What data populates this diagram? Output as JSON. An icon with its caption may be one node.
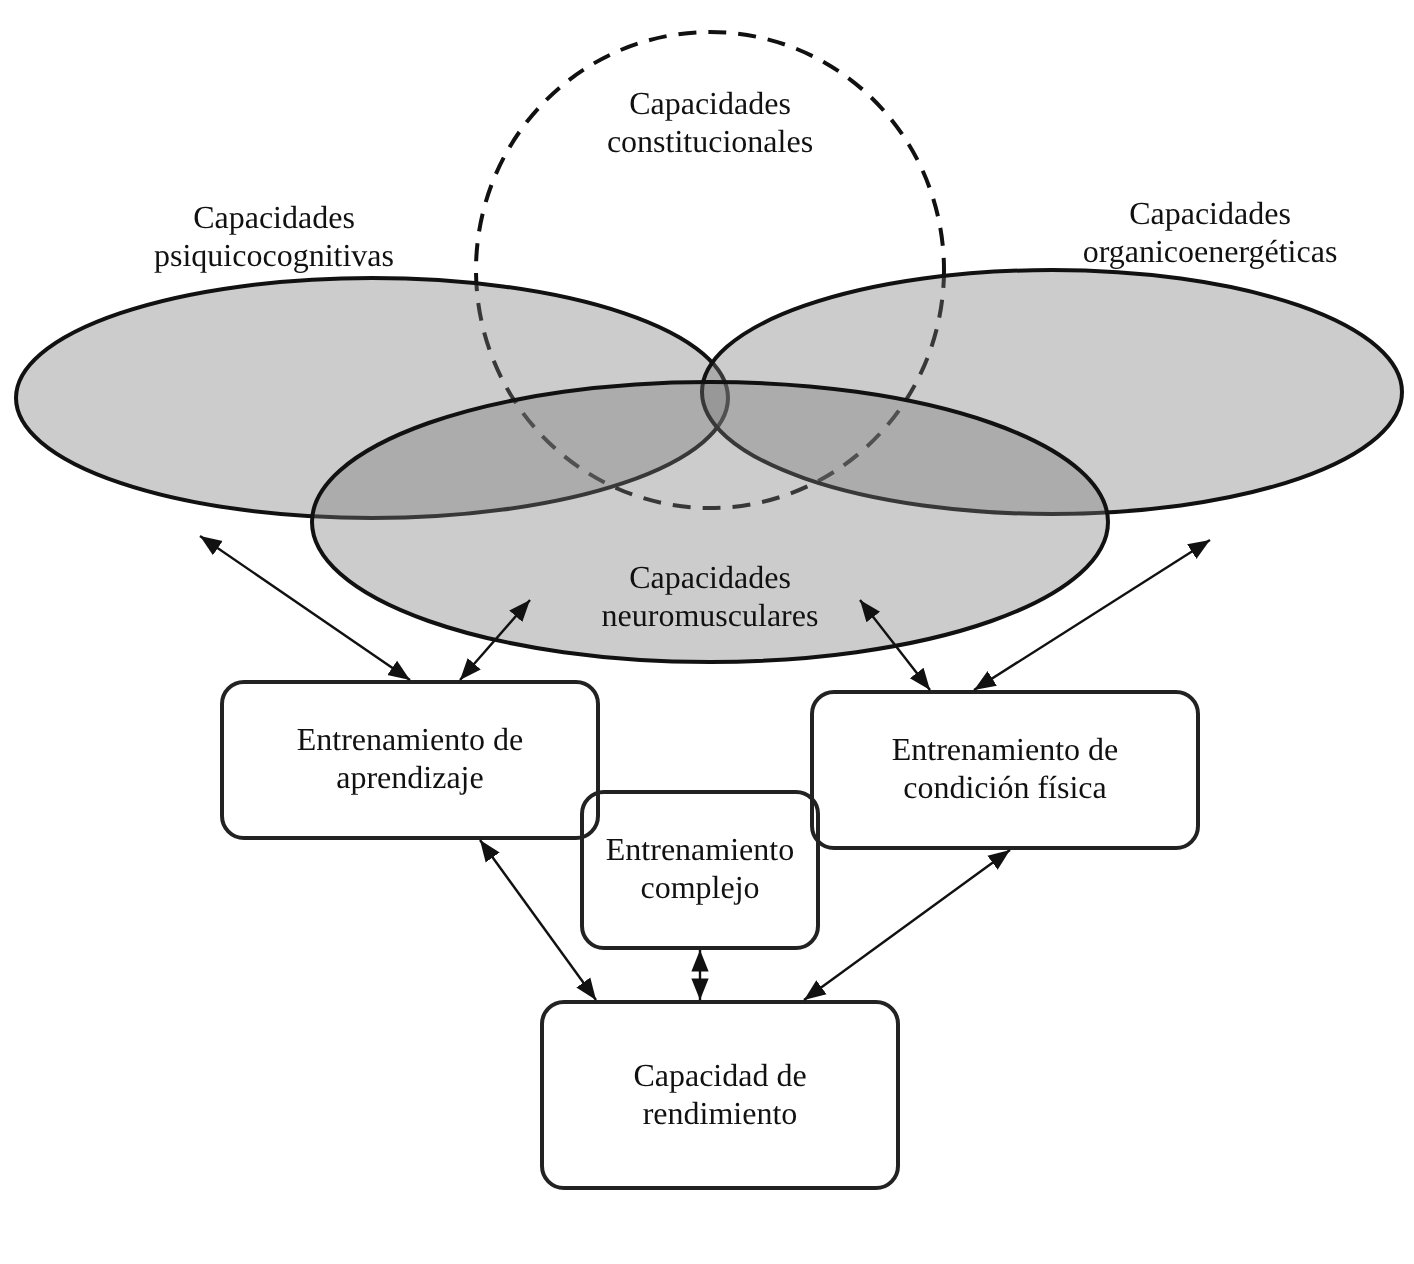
{
  "diagram": {
    "nodes": [
      {
        "text": [
          "Capacidades constitucionales"
        ]
      },
      {
        "text": [
          "Capacidades psiquicocognitivas"
        ]
      },
      {
        "text": [
          "Capacidades organicoenergéticas"
        ]
      },
      {
        "text": [
          "Capacidades neuromusculares"
        ]
      },
      {
        "text": [
          "Entrenamiento de aprendizaje"
        ]
      },
      {
        "text": [
          "Entrenamiento de condición física"
        ]
      },
      {
        "text": [
          "Entrenamiento complejo"
        ]
      },
      {
        "text": [
          "Capacidad de rendimiento"
        ]
      }
    ],
    "edges": [
      {
        "from": 1,
        "to": 4,
        "arrow": "both"
      },
      {
        "from": 3,
        "to": 4,
        "arrow": "both"
      },
      {
        "from": 3,
        "to": 5,
        "arrow": "both"
      },
      {
        "from": 2,
        "to": 5,
        "arrow": "both"
      },
      {
        "from": 4,
        "to": 7,
        "arrow": "both"
      },
      {
        "from": 6,
        "to": 7,
        "arrow": "both"
      },
      {
        "from": 5,
        "to": 7,
        "arrow": "both"
      }
    ]
  }
}
